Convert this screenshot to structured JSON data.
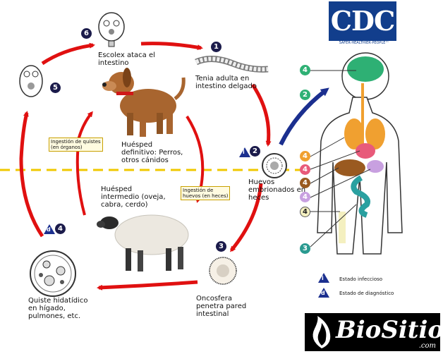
{
  "labels": {
    "adult_tapeworm": "Tenia adulta en\nintestino delgado",
    "eggs": "Huevos\nembrionados en\nheces",
    "oncosphere": "Oncosfera\npenetra pared\nintestinal",
    "hydatid_cyst": "Quiste hidatídico\nen hígado,\npulmones, etc.",
    "scolex": "Escolex ataca el\nintestino",
    "definitive_host": "Huésped\ndefinitivo: Perros,\notros cánidos",
    "intermediate_host": "Huésped\nintermedio (oveja,\ncabra, cerdo)"
  },
  "boxes": {
    "ingest_cysts": "Ingestión de quistes\n(en órganos)",
    "ingest_eggs": "Ingestión de\nhuevos (en heces)"
  },
  "steps": [
    "1",
    "2",
    "3",
    "4",
    "5",
    "6"
  ],
  "human_markers": [
    "4",
    "2",
    "4",
    "4",
    "4",
    "4",
    "4",
    "3"
  ],
  "legend": {
    "infective_symbol": "i",
    "infective_label": "Estado infeccioso",
    "diagnostic_symbol": "d",
    "diagnostic_label": "Estado de diagnóstico"
  },
  "logos": {
    "cdc": "CDC",
    "cdc_tagline": "SAFER·HEALTHIER·PEOPLE™",
    "biositio": "BioSitio",
    "biositio_domain": ".com"
  },
  "colors": {
    "cycle_arrow": "#e01010",
    "human_arrow": "#1b2f8f",
    "step_badge": "#1b1b4b",
    "divider": "#f0c800",
    "marker_green": "#2eb074",
    "marker_orange": "#f0a030",
    "marker_pink": "#e85a7a",
    "marker_brown": "#9a5a20",
    "marker_lilac": "#c8a0e0",
    "marker_cream": "#f4f0c0",
    "marker_teal": "#2a9a90"
  }
}
